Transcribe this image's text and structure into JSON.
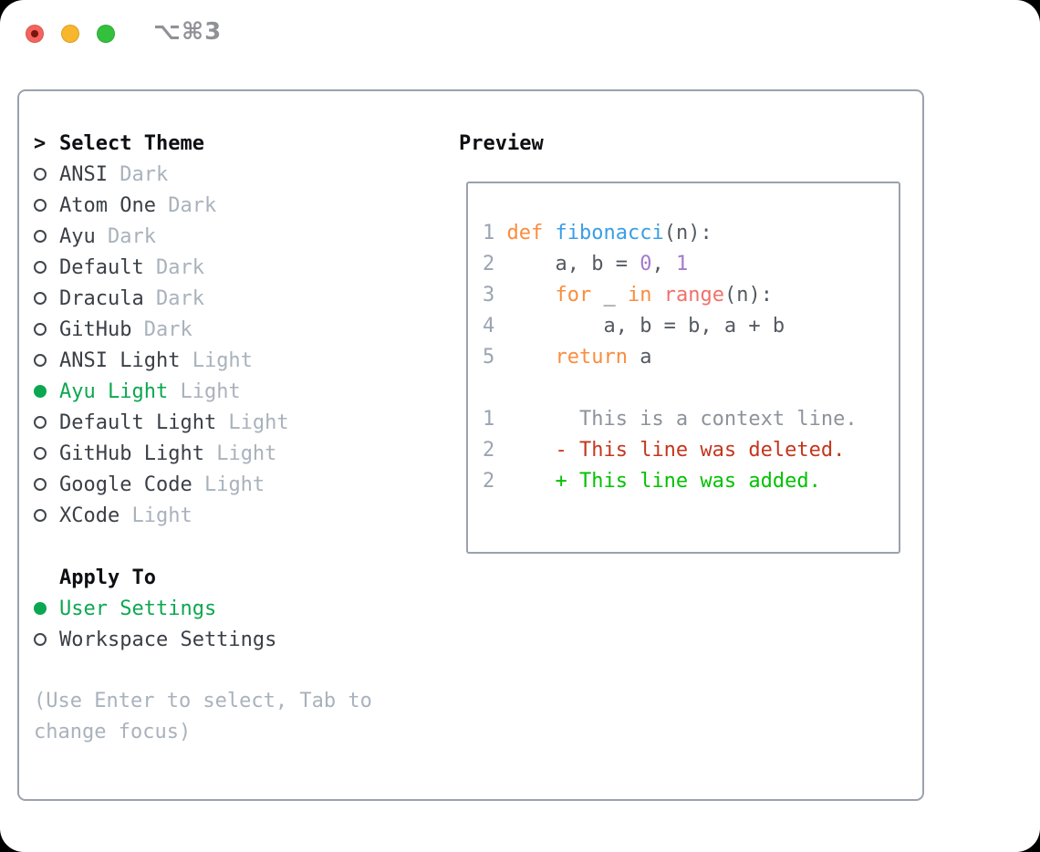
{
  "window": {
    "shortcut": "⌥⌘3",
    "buttons": [
      "close",
      "minimize",
      "zoom"
    ]
  },
  "theme_picker": {
    "cursor": ">",
    "title": "Select Theme",
    "themes": [
      {
        "name": "ANSI",
        "variant": "Dark",
        "selected": false
      },
      {
        "name": "Atom One",
        "variant": "Dark",
        "selected": false
      },
      {
        "name": "Ayu",
        "variant": "Dark",
        "selected": false
      },
      {
        "name": "Default",
        "variant": "Dark",
        "selected": false
      },
      {
        "name": "Dracula",
        "variant": "Dark",
        "selected": false
      },
      {
        "name": "GitHub",
        "variant": "Dark",
        "selected": false
      },
      {
        "name": "ANSI Light",
        "variant": "Light",
        "selected": false
      },
      {
        "name": "Ayu Light",
        "variant": "Light",
        "selected": true
      },
      {
        "name": "Default Light",
        "variant": "Light",
        "selected": false
      },
      {
        "name": "GitHub Light",
        "variant": "Light",
        "selected": false
      },
      {
        "name": "Google Code",
        "variant": "Light",
        "selected": false
      },
      {
        "name": "XCode",
        "variant": "Light",
        "selected": false
      }
    ]
  },
  "apply_to": {
    "title": "Apply To",
    "options": [
      {
        "label": "User Settings",
        "selected": true
      },
      {
        "label": "Workspace Settings",
        "selected": false
      }
    ]
  },
  "help_text": "(Use Enter to select, Tab to change focus)",
  "preview": {
    "title": "Preview",
    "lines": [
      {
        "num": "1",
        "segments": [
          {
            "t": "def",
            "c": "kw"
          },
          {
            "t": " ",
            "c": "pl"
          },
          {
            "t": "fibonacci",
            "c": "fn"
          },
          {
            "t": "(n):",
            "c": "pl"
          }
        ]
      },
      {
        "num": "2",
        "segments": [
          {
            "t": "    a, b = ",
            "c": "pl"
          },
          {
            "t": "0",
            "c": "nm"
          },
          {
            "t": ", ",
            "c": "pl"
          },
          {
            "t": "1",
            "c": "nm"
          }
        ]
      },
      {
        "num": "3",
        "segments": [
          {
            "t": "    ",
            "c": "pl"
          },
          {
            "t": "for",
            "c": "kw"
          },
          {
            "t": " _ ",
            "c": "pl"
          },
          {
            "t": "in",
            "c": "kw"
          },
          {
            "t": " ",
            "c": "pl"
          },
          {
            "t": "range",
            "c": "bi"
          },
          {
            "t": "(n):",
            "c": "pl"
          }
        ]
      },
      {
        "num": "4",
        "segments": [
          {
            "t": "        a, b = b, a + b",
            "c": "pl"
          }
        ]
      },
      {
        "num": "5",
        "segments": [
          {
            "t": "    ",
            "c": "pl"
          },
          {
            "t": "return",
            "c": "kw"
          },
          {
            "t": " a",
            "c": "pl"
          }
        ]
      },
      {
        "num": "",
        "segments": []
      },
      {
        "num": "1",
        "segments": [
          {
            "t": "      This is a context line.",
            "c": "ctx"
          }
        ]
      },
      {
        "num": "2",
        "segments": [
          {
            "t": "    - This line was deleted.",
            "c": "del"
          }
        ]
      },
      {
        "num": "2",
        "segments": [
          {
            "t": "    + This line was added.",
            "c": "add"
          }
        ]
      }
    ]
  },
  "colors": {
    "accent-green": "#0ca750",
    "diff-deleted": "#c3361d",
    "diff-added": "#03c103",
    "syntax-keyword": "#fa8d3e",
    "syntax-function": "#399ee6",
    "syntax-builtin": "#f0716a",
    "syntax-number": "#a37acc",
    "text-dark": "#3a3f46",
    "text-muted": "#a9b2bc",
    "code-text": "#545a62",
    "line-number": "#9aa4b2",
    "context-line": "#8d939b",
    "border-gray": "#9aa2ad",
    "traffic-red": "#f4645c",
    "traffic-yellow": "#f8b62d",
    "traffic-green": "#33c13d"
  }
}
